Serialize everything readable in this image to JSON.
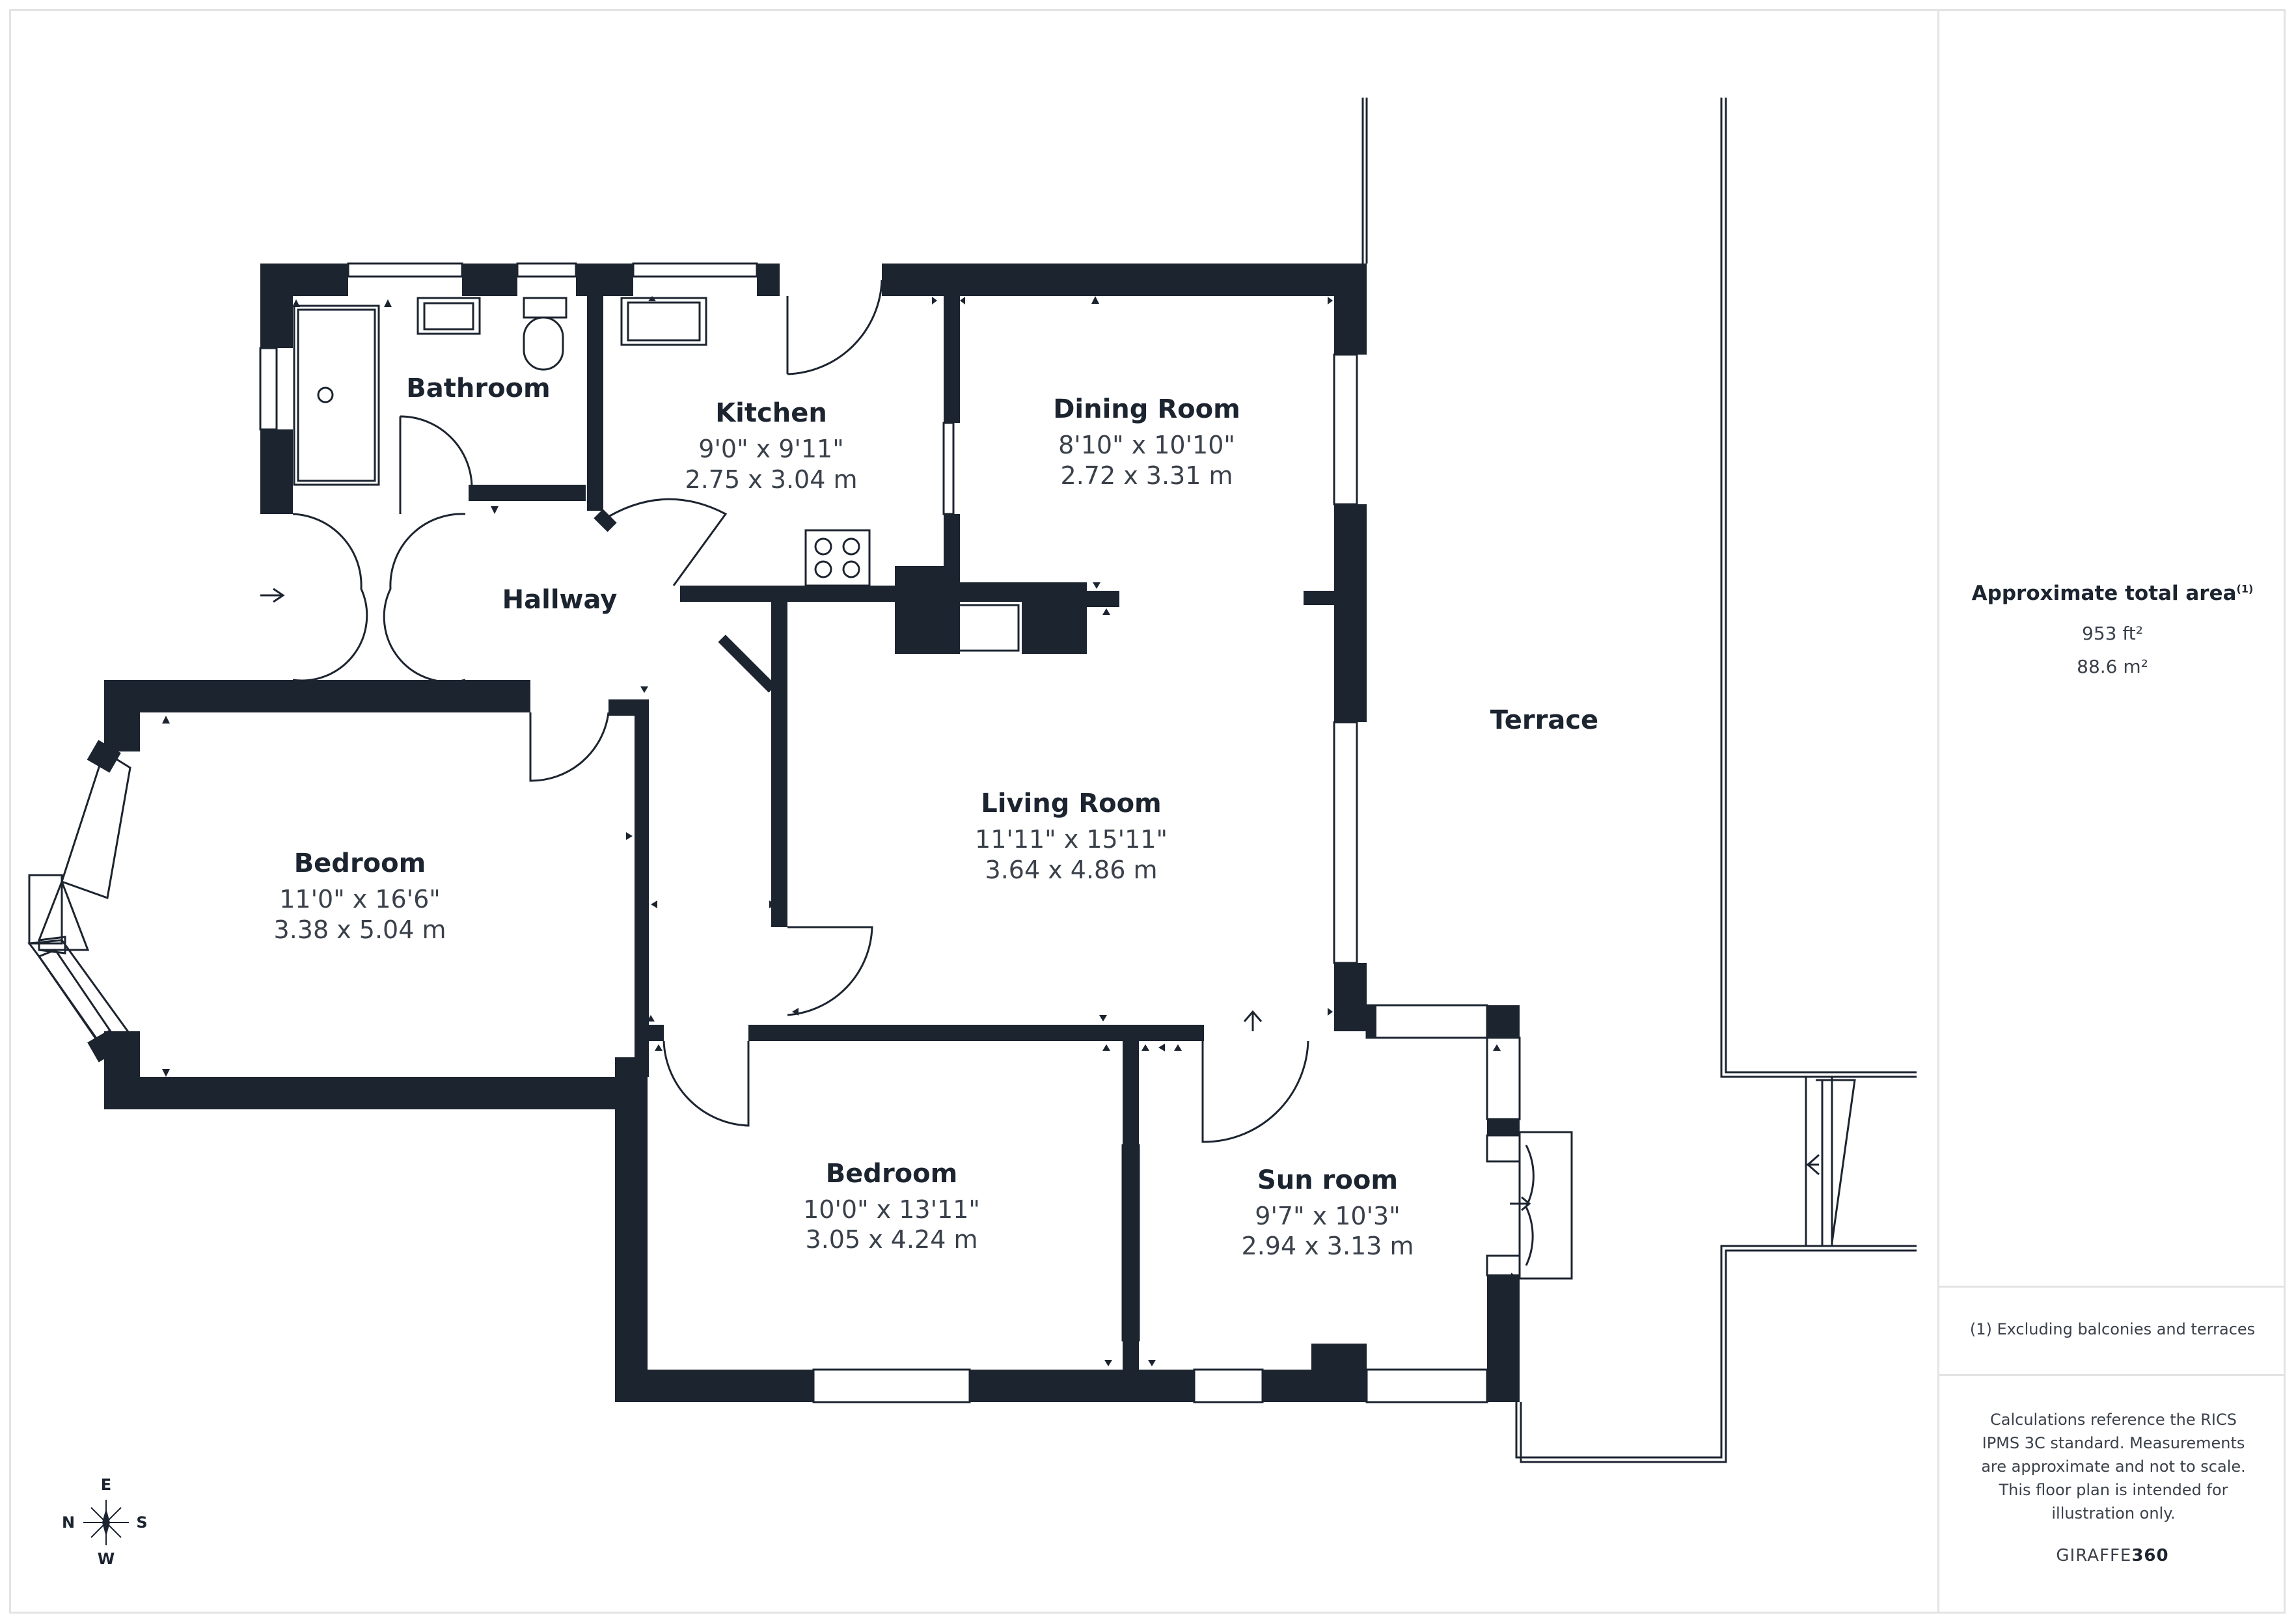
{
  "rooms": {
    "bathroom": {
      "name": "Bathroom"
    },
    "kitchen": {
      "name": "Kitchen",
      "imperial": "9'0\" x 9'11\"",
      "metric": "2.75 x 3.04 m"
    },
    "dining": {
      "name": "Dining Room",
      "imperial": "8'10\" x 10'10\"",
      "metric": "2.72 x 3.31 m"
    },
    "hallway": {
      "name": "Hallway"
    },
    "living": {
      "name": "Living Room",
      "imperial": "11'11\" x 15'11\"",
      "metric": "3.64 x 4.86 m"
    },
    "bedroom1": {
      "name": "Bedroom",
      "imperial": "11'0\" x 16'6\"",
      "metric": "3.38 x 5.04 m"
    },
    "bedroom2": {
      "name": "Bedroom",
      "imperial": "10'0\" x 13'11\"",
      "metric": "3.05 x 4.24 m"
    },
    "sunroom": {
      "name": "Sun room",
      "imperial": "9'7\" x 10'3\"",
      "metric": "2.94 x 3.13 m"
    },
    "terrace": {
      "name": "Terrace"
    }
  },
  "compass": {
    "n": "N",
    "e": "E",
    "s": "S",
    "w": "W"
  },
  "panel": {
    "area_title": "Approximate total area",
    "area_sup": "(1)",
    "area_ft": "953 ft²",
    "area_m": "88.6 m²",
    "footnote": "(1) Excluding balconies and terraces",
    "disclaimer": "Calculations reference the RICS IPMS 3C standard. Measurements are approximate and not to scale. This floor plan is intended for illustration only.",
    "brand_a": "GIRAFFE",
    "brand_b": "360"
  },
  "colors": {
    "wall": "#1c2430",
    "text": "#3a414b",
    "border": "#e3e3e3"
  }
}
